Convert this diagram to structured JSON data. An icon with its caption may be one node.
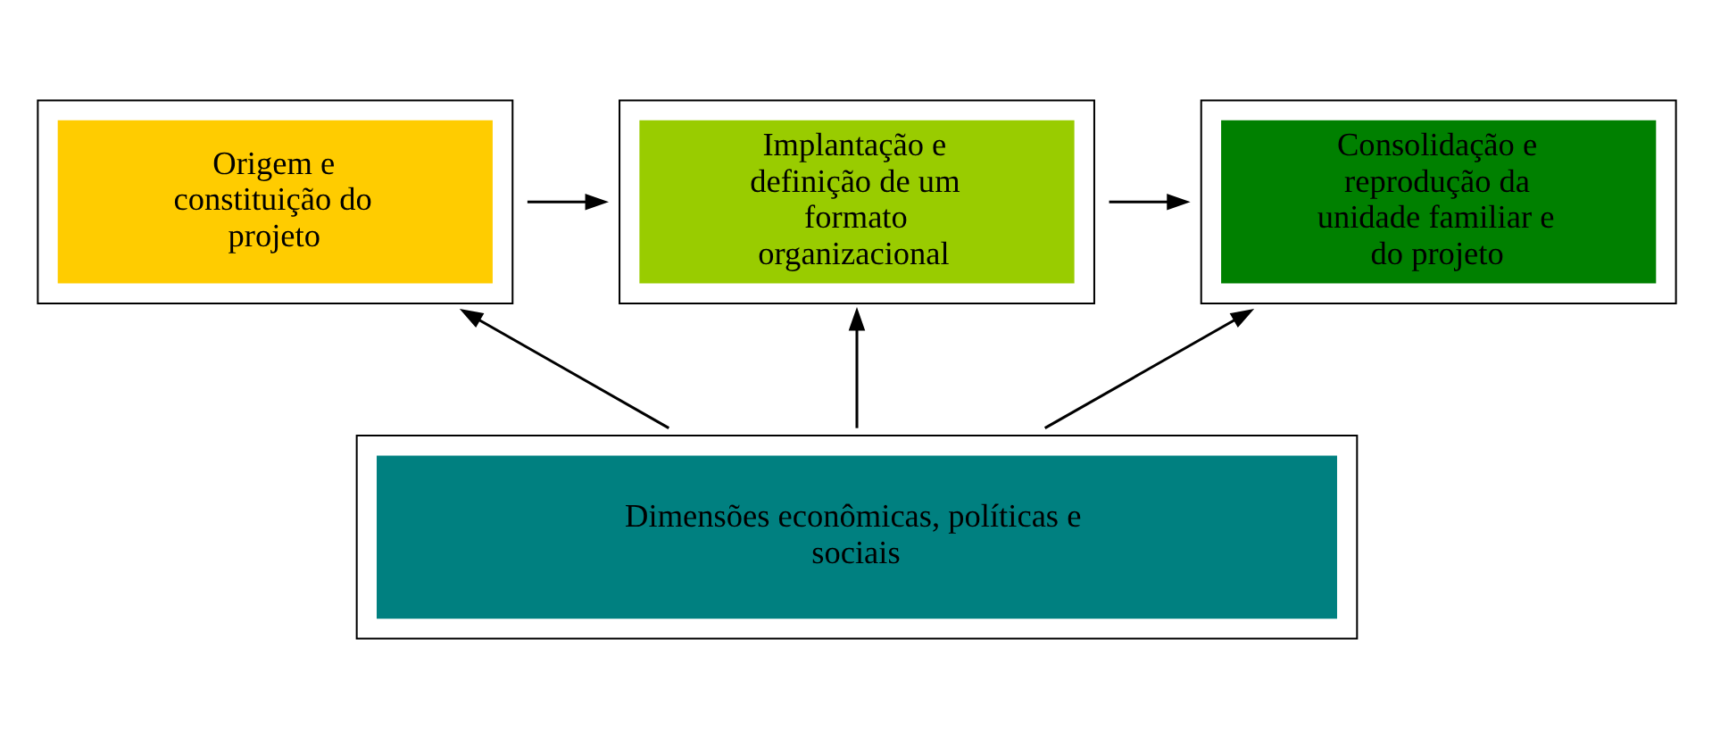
{
  "diagram": {
    "nodes": [
      {
        "text": [
          "Origem e constituição do projeto"
        ]
      },
      {
        "text": [
          "Implantação e definição de um formato organizacional"
        ]
      },
      {
        "text": [
          "Consolidação e reprodução da unidade familiar e do projeto"
        ]
      },
      {
        "text": [
          "Dimensões econômicas, políticas e sociais"
        ]
      }
    ],
    "edges": [
      {
        "from": 0,
        "to": 1,
        "arrow": "to"
      },
      {
        "from": 1,
        "to": 2,
        "arrow": "to"
      },
      {
        "from": 3,
        "to": 0,
        "arrow": "to"
      },
      {
        "from": 3,
        "to": 1,
        "arrow": "to"
      },
      {
        "from": 3,
        "to": 2,
        "arrow": "to"
      }
    ]
  }
}
